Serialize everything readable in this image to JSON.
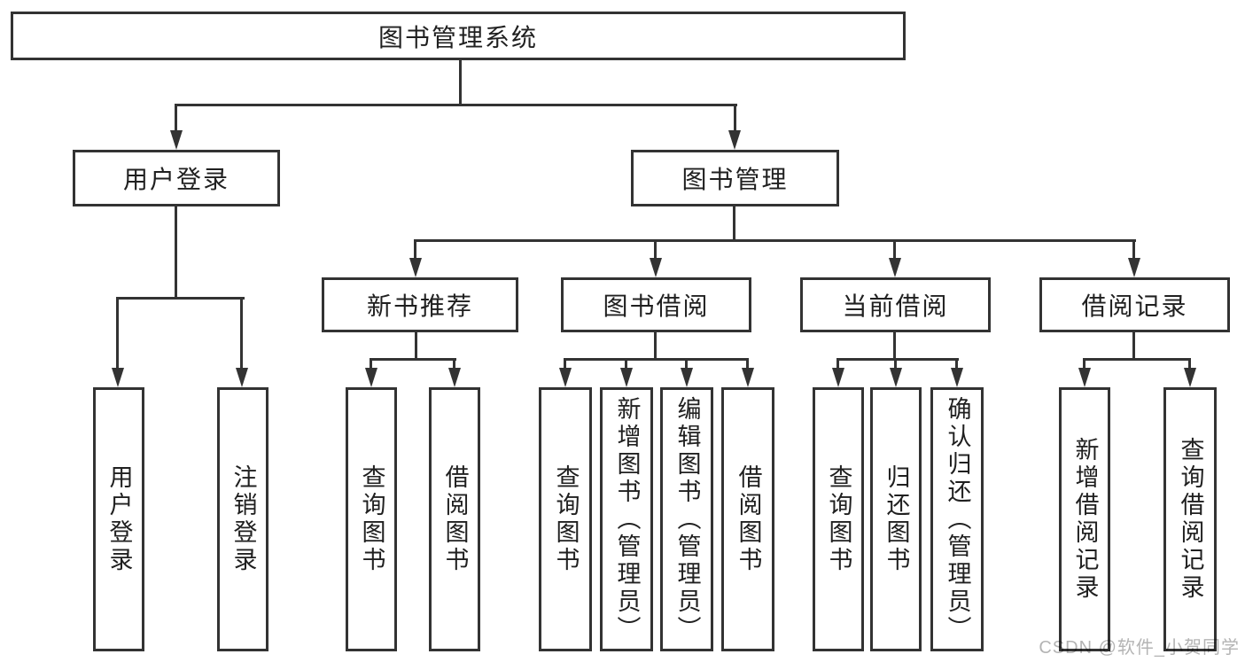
{
  "nodes": {
    "system": {
      "label": "图书管理系统"
    },
    "user_login": {
      "label": "用户登录"
    },
    "book_mgmt": {
      "label": "图书管理"
    },
    "new_books": {
      "label": "新书推荐"
    },
    "book_borrow": {
      "label": "图书借阅"
    },
    "current_borrow": {
      "label": "当前借阅"
    },
    "borrow_records": {
      "label": "借阅记录"
    }
  },
  "leaves": {
    "user_login": [
      {
        "label": "用户登录"
      },
      {
        "label": "注销登录"
      }
    ],
    "new_books": [
      {
        "label": "查询图书"
      },
      {
        "label": "借阅图书"
      }
    ],
    "book_borrow": [
      {
        "label": "查询图书"
      },
      {
        "label": "新增图书（管理员）"
      },
      {
        "label": "编辑图书（管理员）"
      },
      {
        "label": "借阅图书"
      }
    ],
    "current_borrow": [
      {
        "label": "查询图书"
      },
      {
        "label": "归还图书"
      },
      {
        "label": "确认归还（管理员）"
      }
    ],
    "borrow_records": [
      {
        "label": "新增借阅记录"
      },
      {
        "label": "查询借阅记录"
      }
    ]
  },
  "watermark": {
    "text": "CSDN @软件_小贺同学"
  },
  "colors": {
    "line": "#333333",
    "text": "#202020",
    "watermark": "#b4b4b4",
    "background": "#ffffff"
  }
}
